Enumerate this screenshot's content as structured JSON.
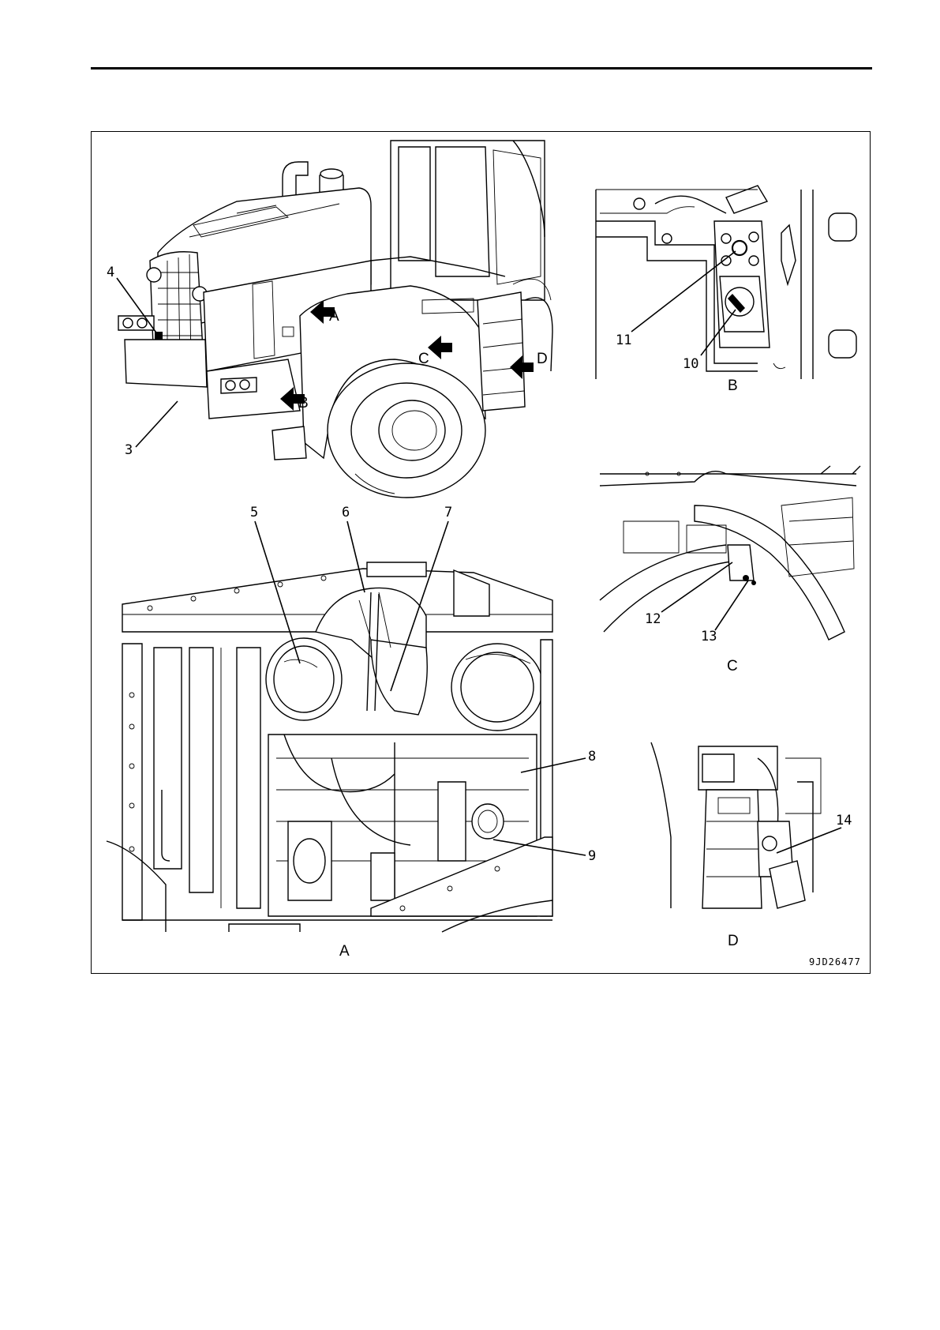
{
  "figure": {
    "code": "9JD26477",
    "views": {
      "a": "A",
      "b": "B",
      "c": "C",
      "d": "D"
    },
    "arrows": {
      "a": "A",
      "b": "B",
      "c": "C",
      "d": "D"
    },
    "callouts": [
      "3",
      "4",
      "5",
      "6",
      "7",
      "8",
      "9",
      "10",
      "11",
      "12",
      "13",
      "14"
    ]
  }
}
